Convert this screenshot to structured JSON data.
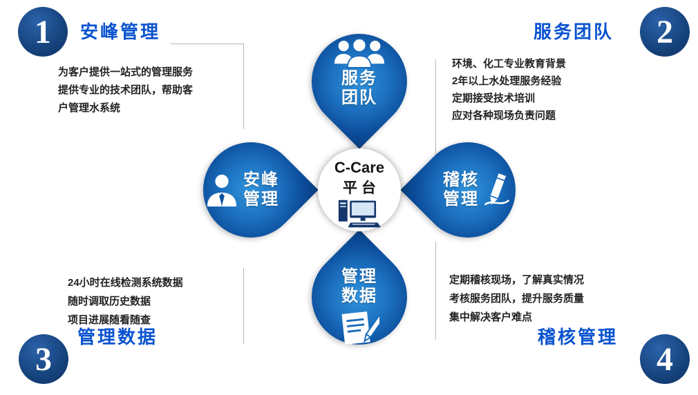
{
  "diagram": {
    "center": {
      "title": "C-Care",
      "subtitle": "平台",
      "icon": "desktop-computer-icon"
    },
    "petals": {
      "top": {
        "line1": "服务",
        "line2": "团队",
        "icon": "team-people-icon"
      },
      "left": {
        "line1": "安峰",
        "line2": "管理",
        "icon": "person-bust-icon"
      },
      "right": {
        "line1": "稽核",
        "line2": "管理",
        "icon": "pencil-icon"
      },
      "bottom": {
        "line1": "管理",
        "line2": "数据",
        "icon": "document-pencil-icon"
      }
    },
    "corners": {
      "top_left": {
        "number": "1",
        "title": "安峰管理",
        "lines": [
          "为客户提供一站式的管理服务",
          "提供专业的技术团队，帮助客",
          "户管理水系统"
        ]
      },
      "top_right": {
        "number": "2",
        "title": "服务团队",
        "lines": [
          "环境、化工专业教育背景",
          "2年以上水处理服务经验",
          "定期接受技术培训",
          "应对各种现场负责问题"
        ]
      },
      "bottom_left": {
        "number": "3",
        "title": "管理数据",
        "lines": [
          "24小时在线检测系统数据",
          "随时调取历史数据",
          "项目进展随看随查"
        ]
      },
      "bottom_right": {
        "number": "4",
        "title": "稽核管理",
        "lines": [
          "定期稽核现场，了解真实情况",
          "考核服务团队，提升服务质量",
          "集中解决客户难点"
        ]
      }
    },
    "colors": {
      "petal_blue": "#1b6fbe",
      "label_blue": "#0a53d0",
      "circle_navy": "#123c78",
      "line_gray": "#b5b5b5"
    }
  }
}
